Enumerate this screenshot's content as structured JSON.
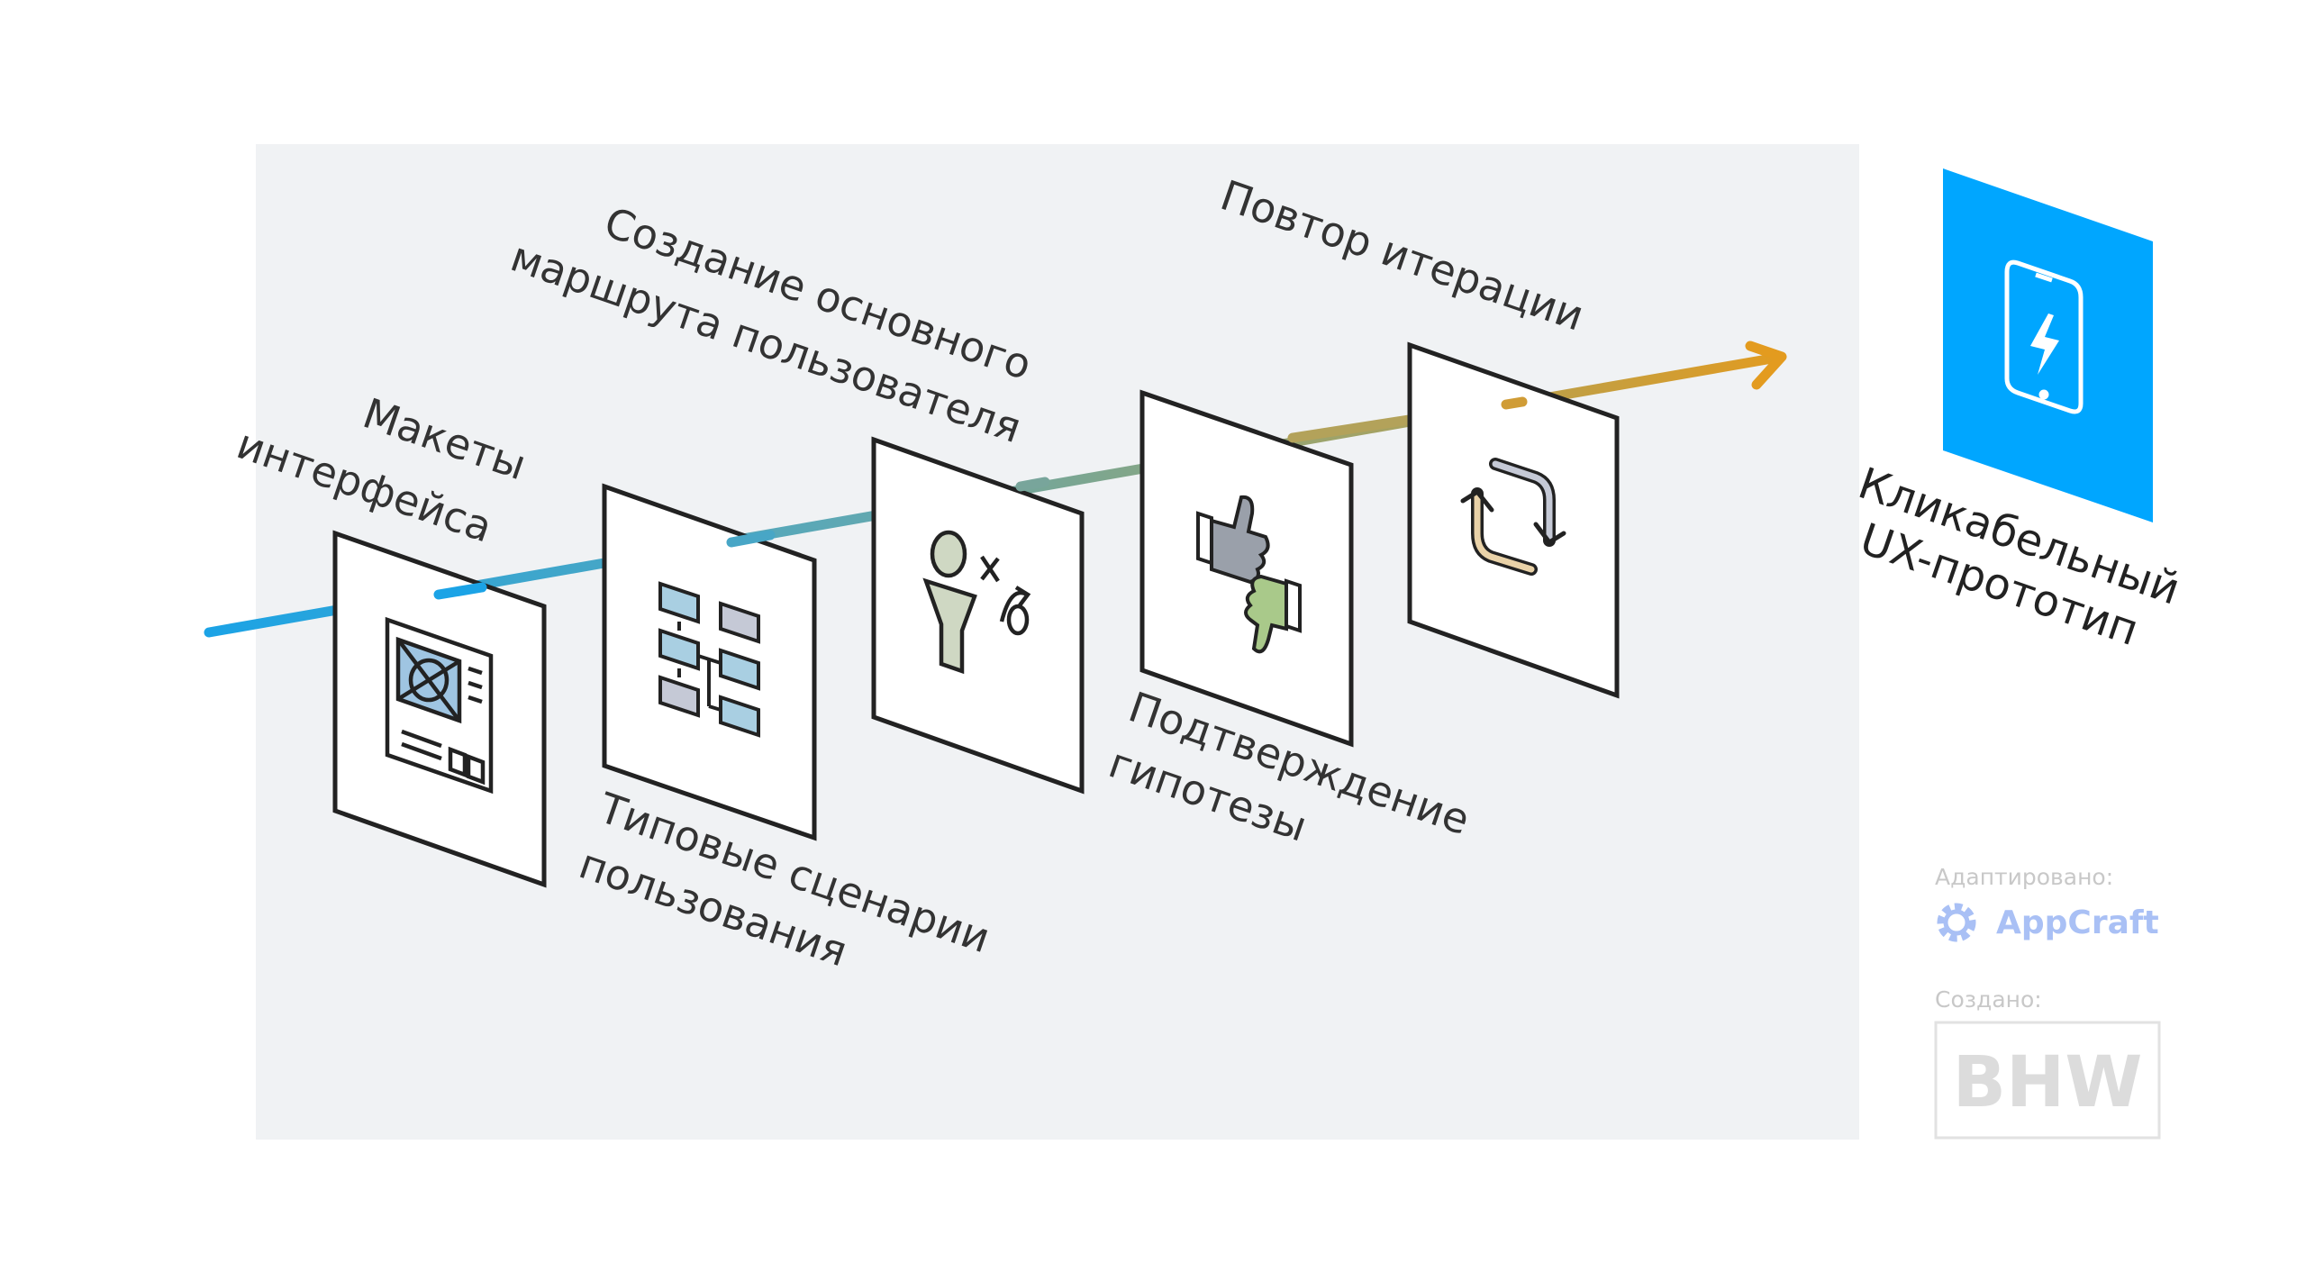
{
  "stages": [
    {
      "id": "mockups",
      "lines": [
        "Макеты",
        "интерфейса"
      ],
      "icon": "interface-mockup-icon"
    },
    {
      "id": "scenarios",
      "lines": [
        "Типовые сценарии",
        "пользования"
      ],
      "icon": "flowchart-icon"
    },
    {
      "id": "route",
      "lines": [
        "Создание основного",
        "маршрута пользователя"
      ],
      "icon": "user-path-icon"
    },
    {
      "id": "hypothesis",
      "lines": [
        "Подтверждение",
        "гипотезы"
      ],
      "icon": "thumbs-up-down-icon"
    },
    {
      "id": "repeat",
      "lines": [
        "Повтор итерации"
      ],
      "icon": "repeat-icon"
    }
  ],
  "result": {
    "lines": [
      "Кликабельный",
      "UX-прототип"
    ],
    "icon": "smartphone-lightning-icon",
    "color": "#00a6ff"
  },
  "credits": {
    "adapted_label": "Адаптировано:",
    "adapted_brand": "AppCraft",
    "adapted_icon": "gear-icon",
    "created_label": "Создано:",
    "created_brand": "BHW"
  },
  "colors": {
    "background_panel": "#f0f2f4",
    "arrow_start": "#1ba3e6",
    "arrow_mid": "#8fa57a",
    "arrow_end": "#e39b1f",
    "credits_text": "#c8c8c8",
    "appcraft_blue": "#a9c0f5"
  }
}
